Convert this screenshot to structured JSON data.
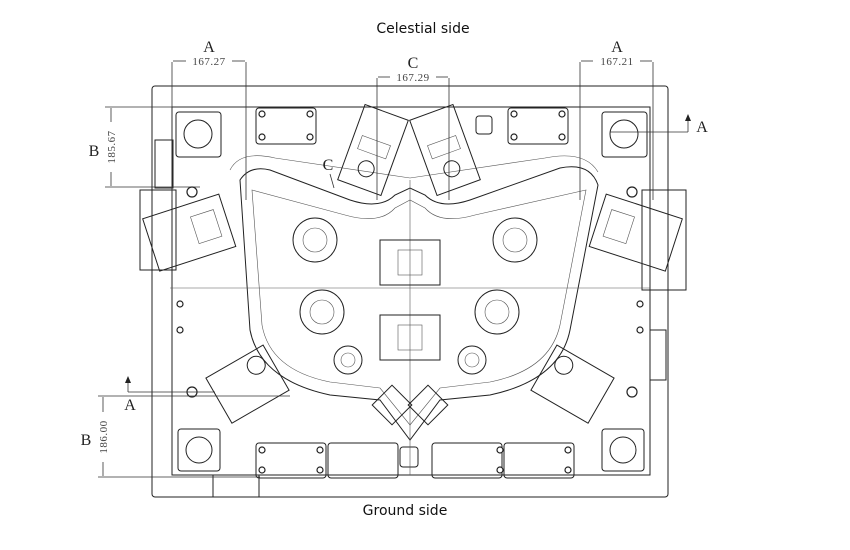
{
  "captions": {
    "top": "Celestial side",
    "bottom": "Ground side"
  },
  "dimensions": {
    "top_left": {
      "section": "A",
      "value": "167.27"
    },
    "top_center": {
      "section": "C",
      "value": "167.29"
    },
    "top_right": {
      "section": "A",
      "value": "167.21"
    },
    "left_upper": {
      "section": "B",
      "value": "185.67"
    },
    "left_lower": {
      "section": "B",
      "value": "186.00"
    }
  },
  "section_markers": {
    "right": "A",
    "left": "A",
    "inner": "C"
  },
  "colors": {
    "line": "#222222",
    "background": "#ffffff"
  }
}
